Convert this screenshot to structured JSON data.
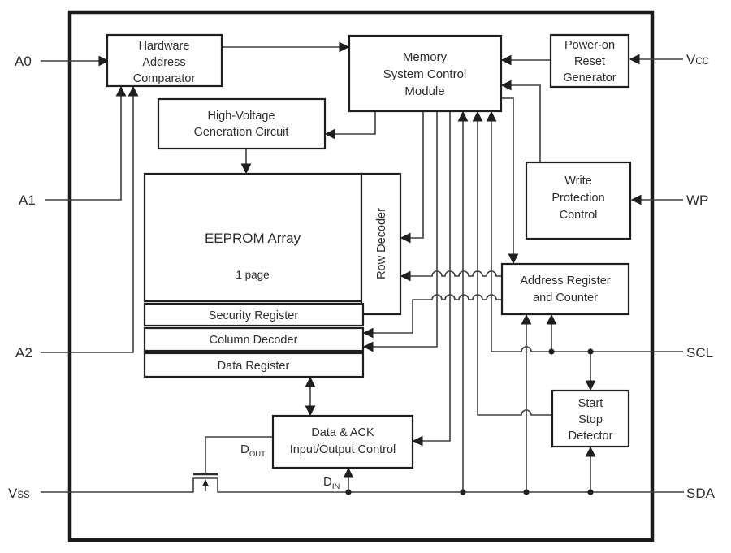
{
  "diagram": {
    "colors": {
      "background": "#ffffff",
      "wire": "#3f3f3f",
      "box_border": "#1f1f1f",
      "text": "#2d2d2d"
    },
    "pins": {
      "a0": "A0",
      "a1": "A1",
      "a2": "A2",
      "vss": {
        "main": "V",
        "sub": "SS"
      },
      "vcc": {
        "main": "V",
        "sub": "CC"
      },
      "wp": "WP",
      "scl": "SCL",
      "sda": "SDA"
    },
    "blocks": {
      "hardware_address_comparator": {
        "lines": [
          "Hardware",
          "Address",
          "Comparator"
        ]
      },
      "memory_system_control_module": {
        "lines": [
          "Memory",
          "System Control",
          "Module"
        ]
      },
      "power_on_reset_generator": {
        "lines": [
          "Power-on",
          "Reset",
          "Generator"
        ]
      },
      "high_voltage_generation_circuit": {
        "lines": [
          "High-Voltage",
          "Generation Circuit"
        ]
      },
      "eeprom_array": {
        "label": "EEPROM Array",
        "page_note": "1 page"
      },
      "row_decoder": {
        "label": "Row Decoder"
      },
      "security_register": {
        "label": "Security Register"
      },
      "column_decoder": {
        "label": "Column Decoder"
      },
      "data_register": {
        "label": "Data Register"
      },
      "write_protection_control": {
        "lines": [
          "Write",
          "Protection",
          "Control"
        ]
      },
      "address_register_and_counter": {
        "lines": [
          "Address Register",
          "and Counter"
        ]
      },
      "start_stop_detector": {
        "lines": [
          "Start",
          "Stop",
          "Detector"
        ]
      },
      "data_ack_io_control": {
        "lines": [
          "Data & ACK",
          "Input/Output Control"
        ]
      }
    },
    "signals": {
      "dout": {
        "main": "D",
        "sub": "OUT"
      },
      "din": {
        "main": "D",
        "sub": "IN"
      }
    }
  }
}
